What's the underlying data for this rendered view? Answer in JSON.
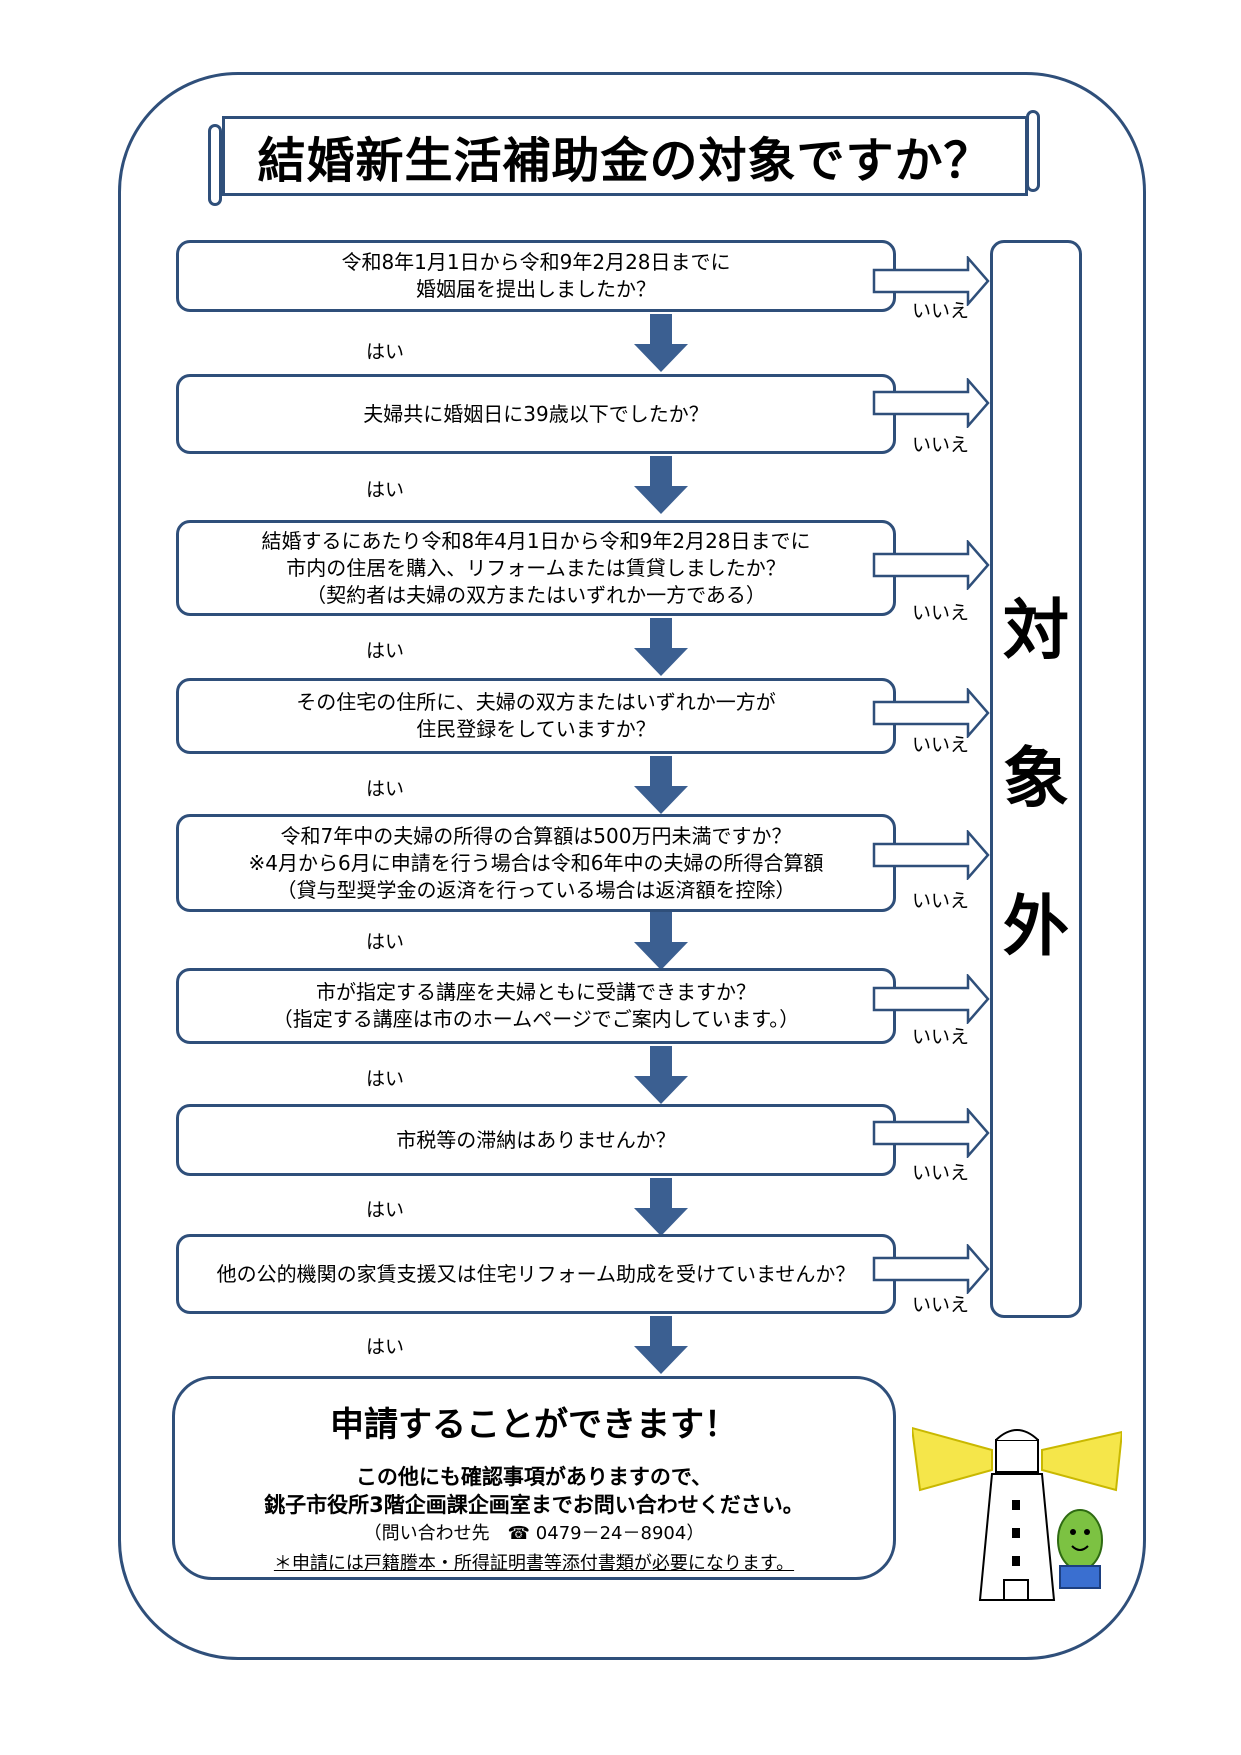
{
  "title": "結婚新生活補助金の対象ですか？",
  "questions": [
    {
      "lines": [
        "令和8年1月1日から令和9年2月28日までに",
        "婚姻届を提出しましたか？"
      ]
    },
    {
      "lines": [
        "夫婦共に婚姻日に39歳以下でしたか？"
      ]
    },
    {
      "lines": [
        "結婚するにあたり令和8年4月1日から令和9年2月28日までに",
        "市内の住居を購入、リフォームまたは賃貸しましたか？",
        "（契約者は夫婦の双方またはいずれか一方である）"
      ]
    },
    {
      "lines": [
        "その住宅の住所に、夫婦の双方またはいずれか一方が",
        "住民登録をしていますか？"
      ]
    },
    {
      "lines": [
        "令和7年中の夫婦の所得の合算額は500万円未満ですか？",
        "※4月から6月に申請を行う場合は令和6年中の夫婦の所得合算額",
        "（貸与型奨学金の返済を行っている場合は返済額を控除）"
      ]
    },
    {
      "lines": [
        "市が指定する講座を夫婦ともに受講できますか？",
        "（指定する講座は市のホームページでご案内しています。）"
      ]
    },
    {
      "lines": [
        "市税等の滞納はありませんか？"
      ]
    },
    {
      "lines": [
        "他の公的機関の家賃支援又は住宅リフォーム助成を受けていませんか？"
      ]
    }
  ],
  "yes_label": "はい",
  "no_label": "いいえ",
  "not_eligible": [
    "対",
    "象",
    "外"
  ],
  "result": {
    "heading": "申請することができます！",
    "line1": "この他にも確認事項がありますので、",
    "line2": "銚子市役所3階企画課企画室までお問い合わせください。",
    "contact": "（問い合わせ先　☎ 0479－24－8904）",
    "note": "＊申請には戸籍謄本・所得証明書等添付書類が必要になります。"
  },
  "colors": {
    "accent": "#2f4f7a",
    "arrow_fill": "#3b5f91",
    "lighthouse_light": "#f5e64a"
  },
  "icons": {
    "arrow_right": "arrow-right-icon",
    "arrow_down": "arrow-down-icon",
    "mascot": "lighthouse-mascot-icon"
  }
}
